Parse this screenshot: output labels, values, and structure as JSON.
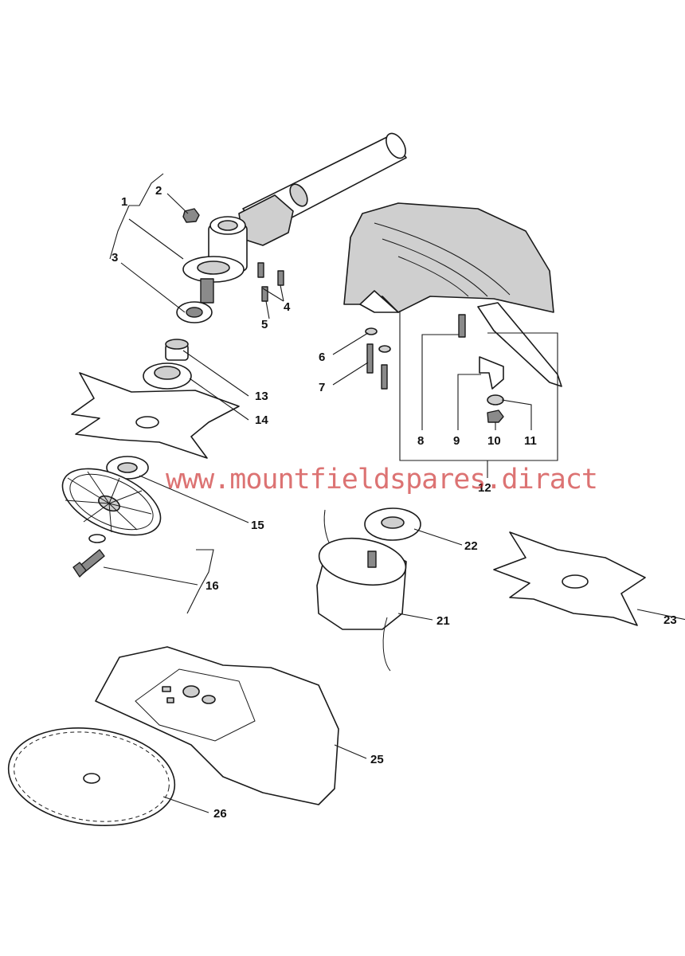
{
  "watermark": "www.mountfieldspares.diract",
  "colors": {
    "watermark": "#c81e1e",
    "line": "#1a1a1a",
    "shade": "#cfcfcf"
  },
  "callouts": [
    "1",
    "2",
    "3",
    "4",
    "5",
    "6",
    "7",
    "8",
    "9",
    "10",
    "11",
    "12",
    "13",
    "14",
    "15",
    "16",
    "21",
    "22",
    "23",
    "25",
    "26"
  ]
}
